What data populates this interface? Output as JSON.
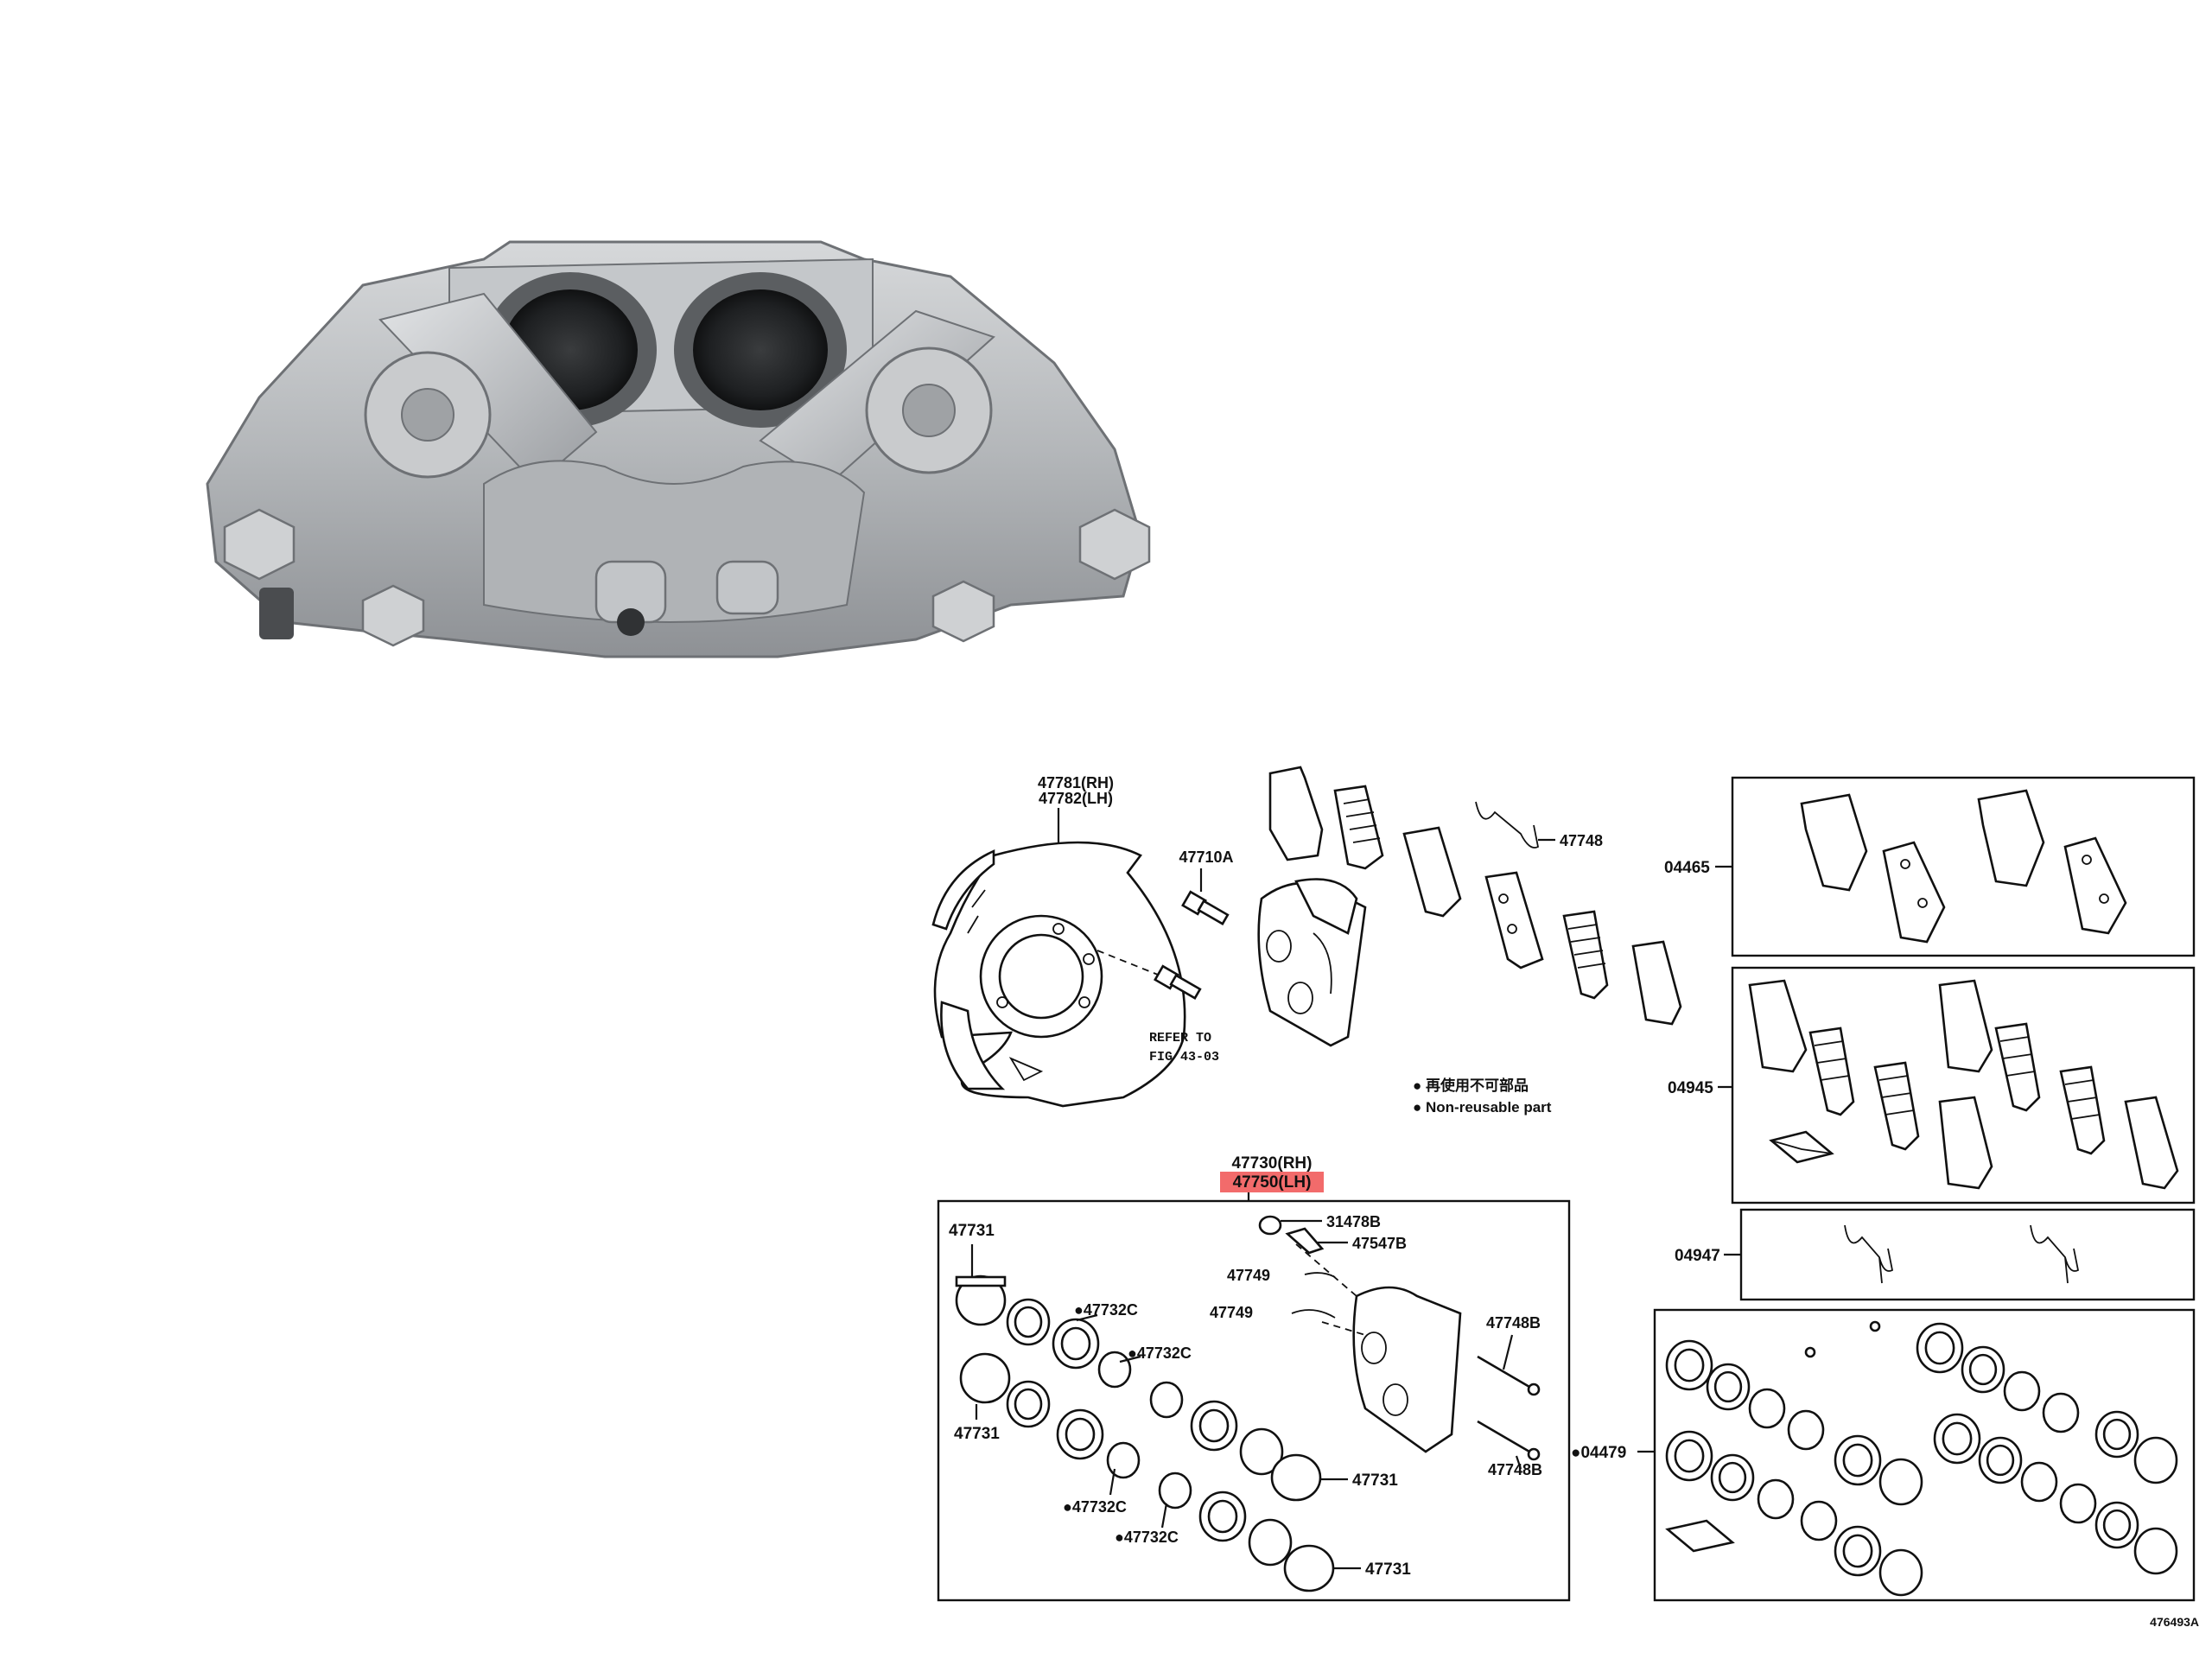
{
  "product_photo": {
    "subject": "brake-caliper",
    "finish_color": "#b9bcbf"
  },
  "diagram": {
    "callouts": {
      "shield_rh": "47781(RH)",
      "shield_lh": "47782(LH)",
      "bolt": "47710A",
      "refer_line1": "REFER TO",
      "refer_line2": "FIG 43-03",
      "spring": "47748",
      "caliper_rh": "47730(RH)",
      "caliper_lh": "47750(LH)",
      "piston_top": "47731",
      "piston_mid": "47731",
      "piston_right1": "47731",
      "piston_right2": "47731",
      "seal_1": "●47732C",
      "seal_2": "●47732C",
      "seal_3": "●47732C",
      "seal_4": "●47732C",
      "cap": "31478B",
      "bleeder": "47547B",
      "clip_1": "47749",
      "clip_2": "47749",
      "pin_1": "47748B",
      "pin_2": "47748B",
      "kit_pads": "04465",
      "kit_shims": "04945",
      "kit_springs": "04947",
      "kit_seals": "●04479",
      "legend_jp": "● 再使用不可部品",
      "legend_en": "● Non-reusable part",
      "figure_code": "476493A"
    },
    "highlight_color": "#f26b6b"
  }
}
